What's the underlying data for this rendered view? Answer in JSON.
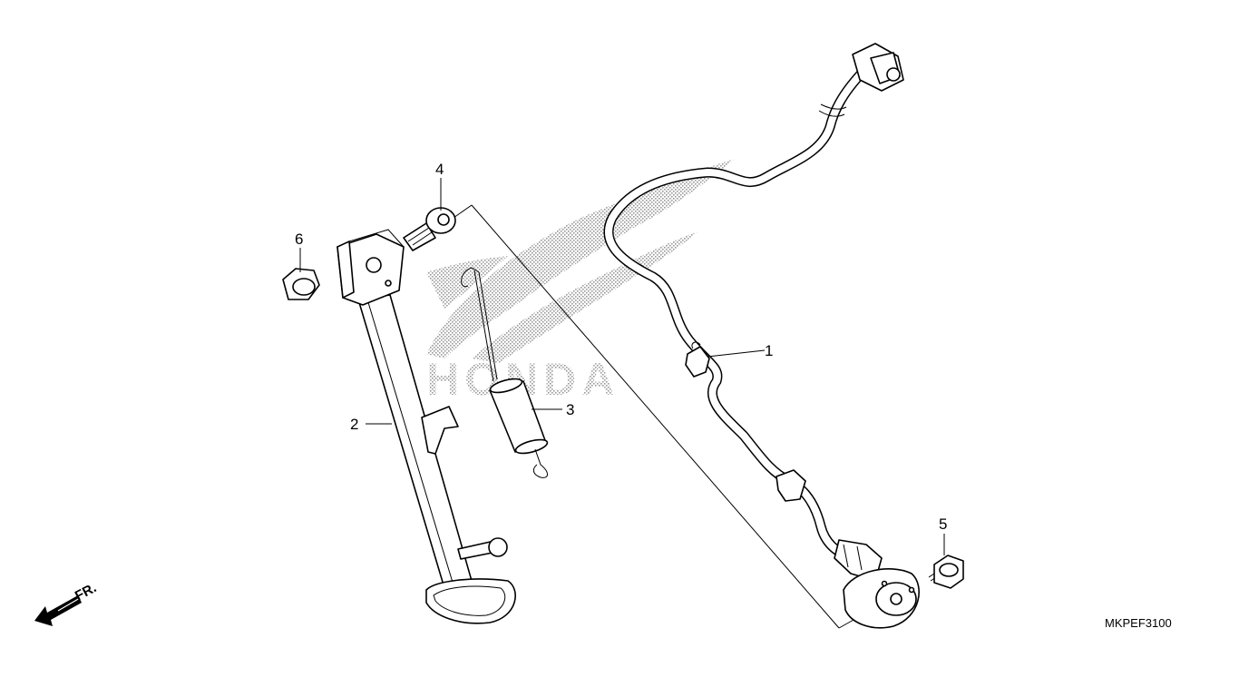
{
  "callouts": [
    {
      "number": "1",
      "part": "side-stand-switch-harness"
    },
    {
      "number": "2",
      "part": "side-stand"
    },
    {
      "number": "3",
      "part": "side-stand-spring"
    },
    {
      "number": "4",
      "part": "side-stand-pivot-bolt"
    },
    {
      "number": "5",
      "part": "switch-flange-bolt"
    },
    {
      "number": "6",
      "part": "lock-nut"
    }
  ],
  "direction_label": "FR.",
  "diagram_code": "MKPEF3100",
  "watermark": {
    "text": "HONDA",
    "icon": "honda-wing-logo"
  },
  "colors": {
    "line": "#000000",
    "background": "#ffffff",
    "watermark": "#b0b0b0"
  }
}
